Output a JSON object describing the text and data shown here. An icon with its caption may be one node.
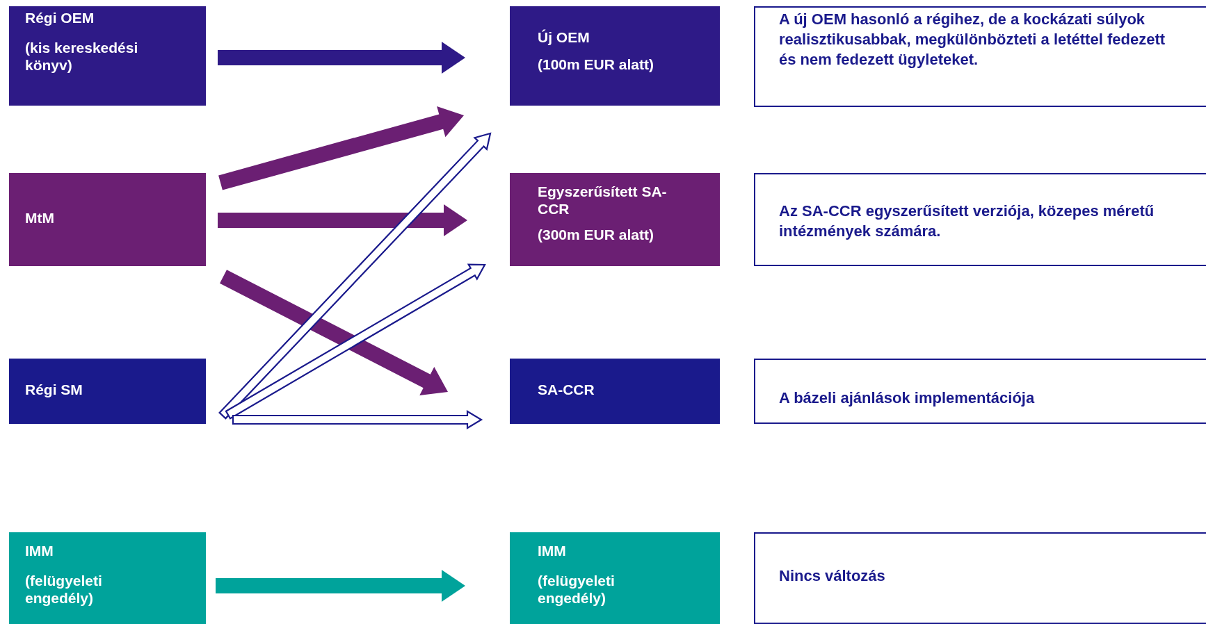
{
  "diagram": {
    "nodes": [
      {
        "text": [
          "Régi OEM",
          "(kis kereskedési könyv)"
        ]
      },
      {
        "text": [
          "Új OEM",
          "(100m EUR alatt)"
        ]
      },
      {
        "text": [
          "A új OEM hasonló a régihez, de a kockázati súlyok realisztikusabbak, megkülönbözteti a letéttel fedezett és nem fedezett ügyleteket."
        ]
      },
      {
        "text": [
          "MtM"
        ]
      },
      {
        "text": [
          "Egyszerűsített SA-CCR",
          "(300m EUR alatt)"
        ]
      },
      {
        "text": [
          "Az SA-CCR egyszerűsített verziója, közepes méretű intézmények számára."
        ]
      },
      {
        "text": [
          "Régi SM"
        ]
      },
      {
        "text": [
          "SA-CCR"
        ]
      },
      {
        "text": [
          "A bázeli ajánlások implementációja"
        ]
      },
      {
        "text": [
          "IMM",
          "(felügyeleti engedély)"
        ]
      },
      {
        "text": [
          "IMM",
          "(felügyeleti engedély)"
        ]
      },
      {
        "text": [
          "Nincs változás"
        ]
      }
    ],
    "edges": [
      {
        "from": 0,
        "to": 1,
        "arrow": "to",
        "style": "thick",
        "color": "#2e1a87"
      },
      {
        "from": 3,
        "to": 1,
        "arrow": "to",
        "style": "thick",
        "color": "#6b1f73"
      },
      {
        "from": 3,
        "to": 4,
        "arrow": "to",
        "style": "thick",
        "color": "#6b1f73"
      },
      {
        "from": 3,
        "to": 7,
        "arrow": "to",
        "style": "thick",
        "color": "#6b1f73"
      },
      {
        "from": 6,
        "to": 1,
        "arrow": "to",
        "color": "#1a1a8c"
      },
      {
        "from": 6,
        "to": 4,
        "arrow": "to",
        "color": "#1a1a8c"
      },
      {
        "from": 6,
        "to": 7,
        "arrow": "to",
        "color": "#1a1a8c"
      },
      {
        "from": 9,
        "to": 10,
        "arrow": "to",
        "style": "thick",
        "color": "#00a39b"
      }
    ]
  }
}
